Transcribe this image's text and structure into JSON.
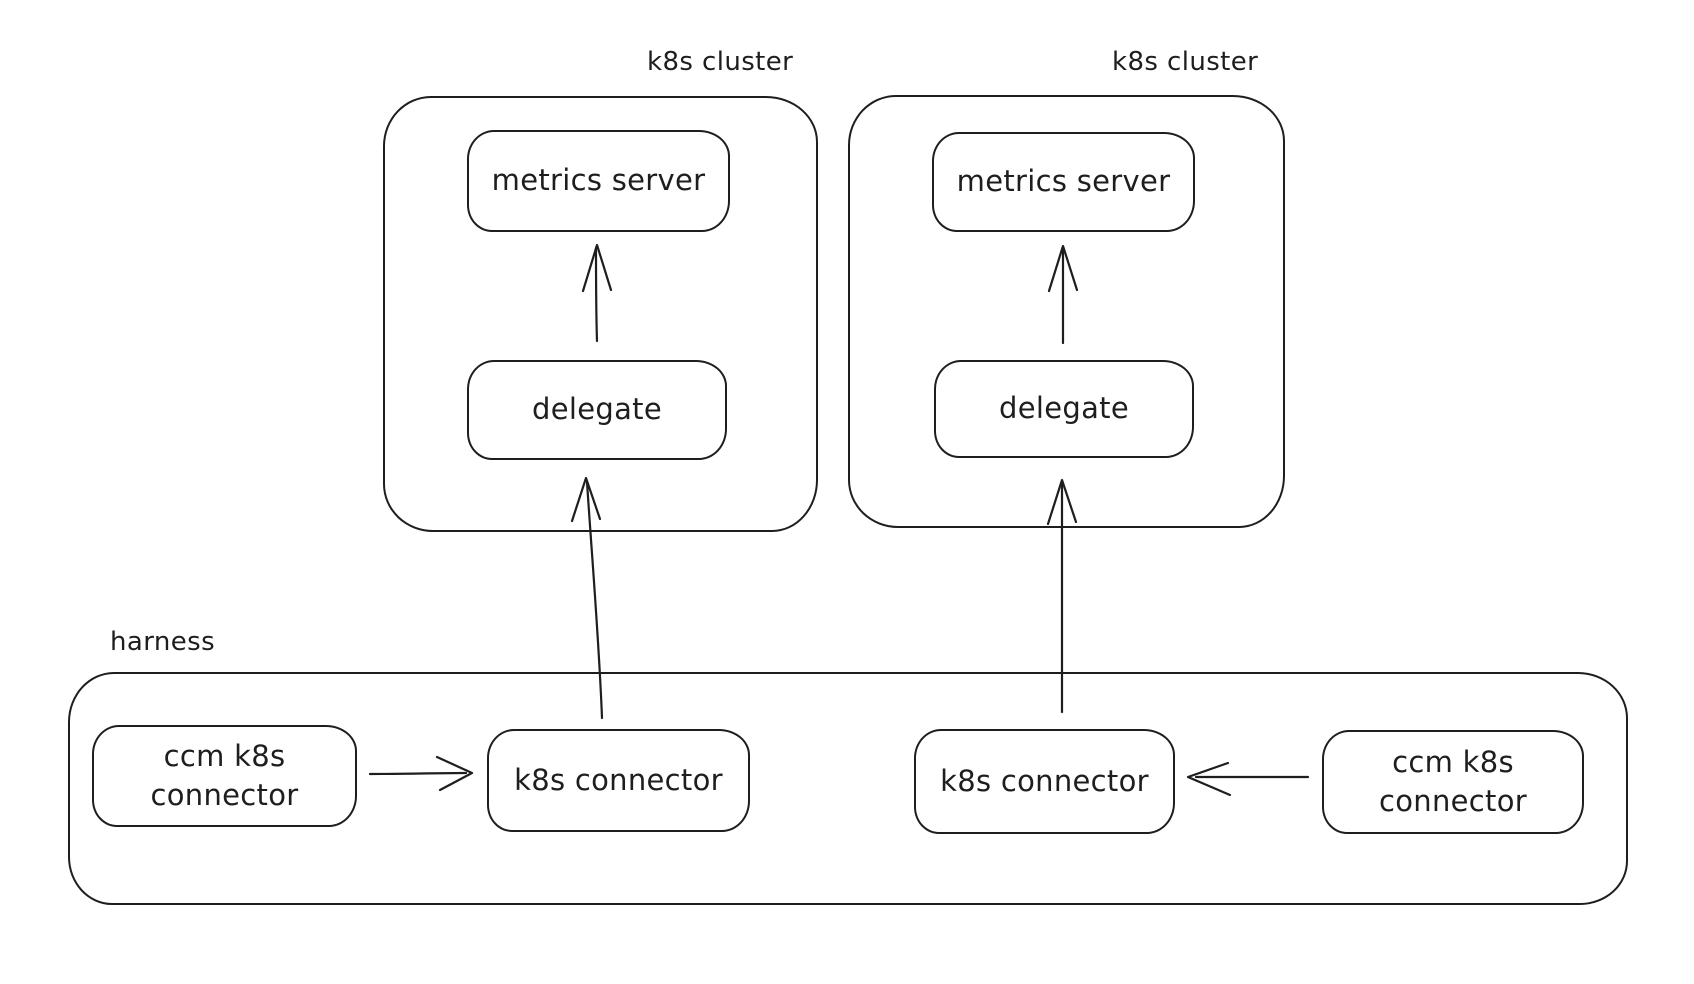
{
  "diagram": {
    "background_color": "#ffffff",
    "stroke_color": "#1e1e1e",
    "clusters": [
      {
        "label": "k8s cluster",
        "metrics_server_label": "metrics server",
        "delegate_label": "delegate"
      },
      {
        "label": "k8s cluster",
        "metrics_server_label": "metrics server",
        "delegate_label": "delegate"
      }
    ],
    "harness": {
      "label": "harness",
      "left_ccm_connector_label": "ccm k8s connector",
      "left_k8s_connector_label": "k8s connector",
      "right_k8s_connector_label": "k8s connector",
      "right_ccm_connector_label": "ccm k8s connector"
    },
    "edges": [
      {
        "from": "delegate (left cluster)",
        "to": "metrics server (left cluster)",
        "direction": "up"
      },
      {
        "from": "delegate (right cluster)",
        "to": "metrics server (right cluster)",
        "direction": "up"
      },
      {
        "from": "k8s connector (left, harness)",
        "to": "delegate (left cluster)",
        "direction": "up"
      },
      {
        "from": "k8s connector (right, harness)",
        "to": "delegate (right cluster)",
        "direction": "up"
      },
      {
        "from": "ccm k8s connector (left, harness)",
        "to": "k8s connector (left, harness)",
        "direction": "right"
      },
      {
        "from": "ccm k8s connector (right, harness)",
        "to": "k8s connector (right, harness)",
        "direction": "left"
      }
    ]
  }
}
